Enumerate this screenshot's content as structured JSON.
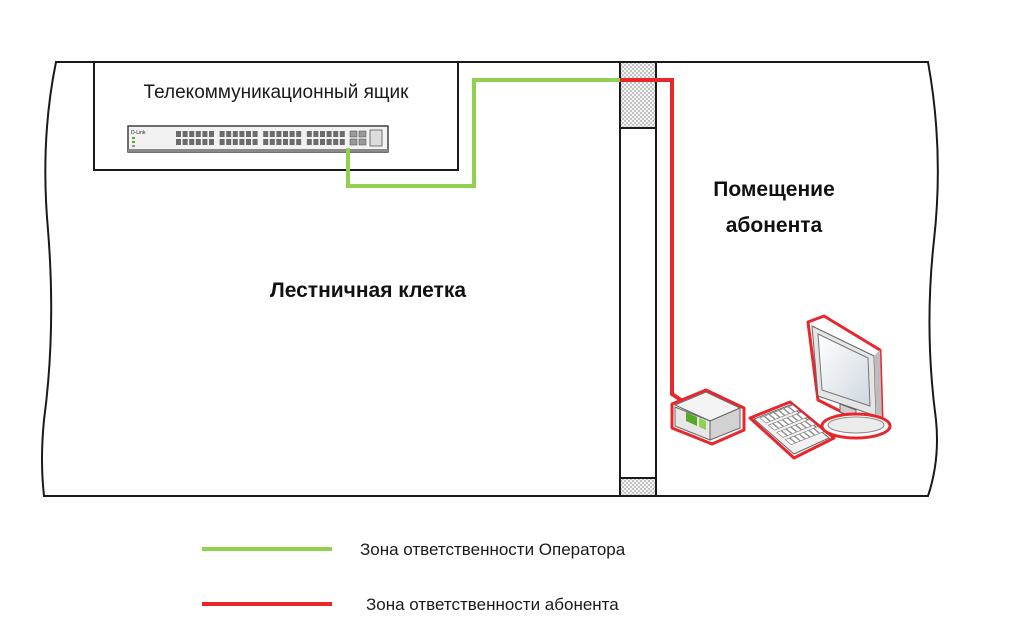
{
  "diagram": {
    "telecom_box_label": "Телекоммуникационный ящик",
    "stairwell_label": "Лестничная клетка",
    "subscriber_room_label_line1": "Помещение",
    "subscriber_room_label_line2": "абонента",
    "switch_brand": "D-Link"
  },
  "legend": {
    "items": [
      {
        "label": "Зона ответственности Оператора",
        "color": "#92d050"
      },
      {
        "label": "Зона ответственности абонента",
        "color": "#e8262c"
      }
    ]
  },
  "colors": {
    "operator": "#92d050",
    "subscriber": "#e8262c",
    "outline": "#1a1a1a"
  }
}
